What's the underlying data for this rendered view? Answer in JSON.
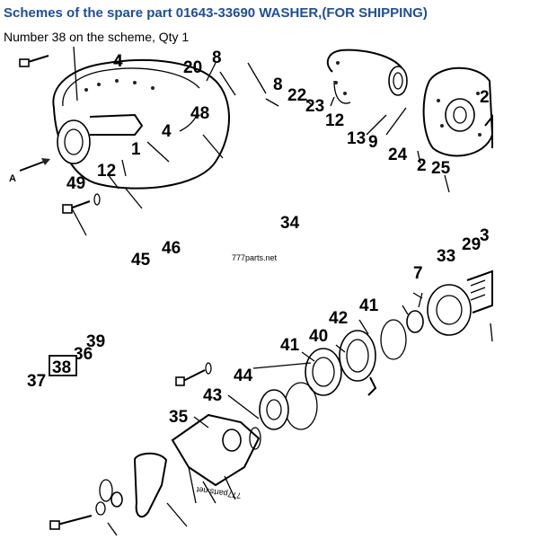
{
  "header": {
    "title": "Schemes of the spare part 01643-33690 WASHER,(FOR SHIPPING)",
    "subtitle": "Number 38 on the scheme, Qty 1"
  },
  "scheme": {
    "highlighted_label": "38",
    "labels": {
      "n20": "20",
      "n8a": "8",
      "n4a": "4",
      "n8b": "8",
      "n22": "22",
      "n23": "23",
      "n12a": "12",
      "n13": "13",
      "n9": "9",
      "n2a": "2",
      "n48": "48",
      "n4b": "4",
      "n1": "1",
      "n24": "24",
      "n2b": "2",
      "n25": "25",
      "n12b": "12",
      "n49": "49",
      "n34": "34",
      "n46": "46",
      "n45": "45",
      "n33": "33",
      "n29": "29",
      "n3": "3",
      "n7": "7",
      "n41a": "41",
      "n42": "42",
      "n41b": "41",
      "n40": "40",
      "n39": "39",
      "n36": "36",
      "n37": "37",
      "n44": "44",
      "n43": "43",
      "n35": "35",
      "arrowA": "A"
    },
    "watermark_a": "777parts.net",
    "watermark_b": "777parts.net"
  },
  "colors": {
    "title": "#1f4e96",
    "text": "#000000",
    "background": "#ffffff"
  }
}
